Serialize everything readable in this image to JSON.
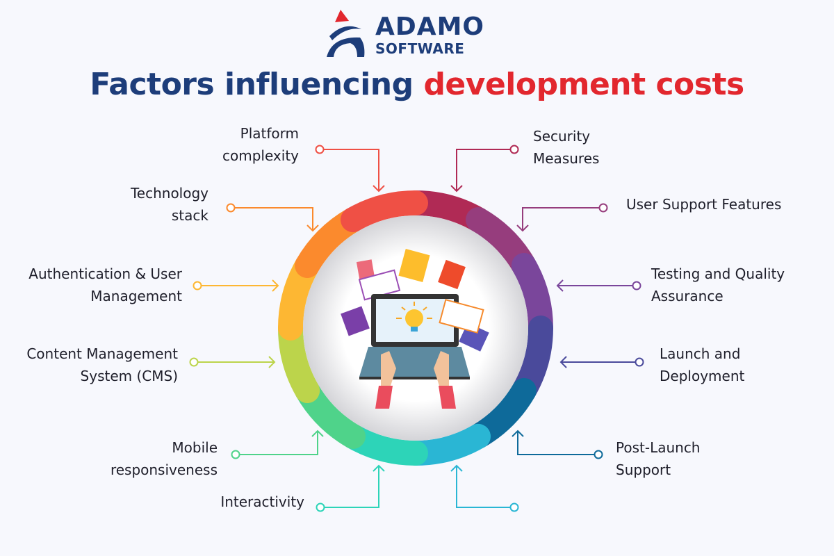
{
  "logo": {
    "line1": "ADAMO",
    "line2": "SOFTWARE",
    "colors": {
      "navy": "#1d3d7a",
      "red": "#e2272e"
    }
  },
  "title": {
    "part1": "Factors influencing",
    "part2": "development costs"
  },
  "factors": [
    {
      "label": "Platform complexity",
      "color": "#ef5045"
    },
    {
      "label": "Security Measures",
      "color": "#b02a55"
    },
    {
      "label": "Technology stack",
      "color": "#fb8a2d"
    },
    {
      "label": "User Support Features",
      "color": "#963d7d"
    },
    {
      "label": "Authentication & User Management",
      "color": "#fdb733"
    },
    {
      "label": "Testing and Quality Assurance",
      "color": "#7a469b"
    },
    {
      "label": "Content Management System (CMS)",
      "color": "#bcd44b"
    },
    {
      "label": "Launch and Deployment",
      "color": "#4a4a9b"
    },
    {
      "label": "Mobile responsiveness",
      "color": "#4fd38a"
    },
    {
      "label": "Post-Launch Support",
      "color": "#0e6a9a"
    },
    {
      "label": "Interactivity",
      "color": "#2dd4b8"
    },
    {
      "label": "",
      "color": "#2ab6d4"
    }
  ]
}
